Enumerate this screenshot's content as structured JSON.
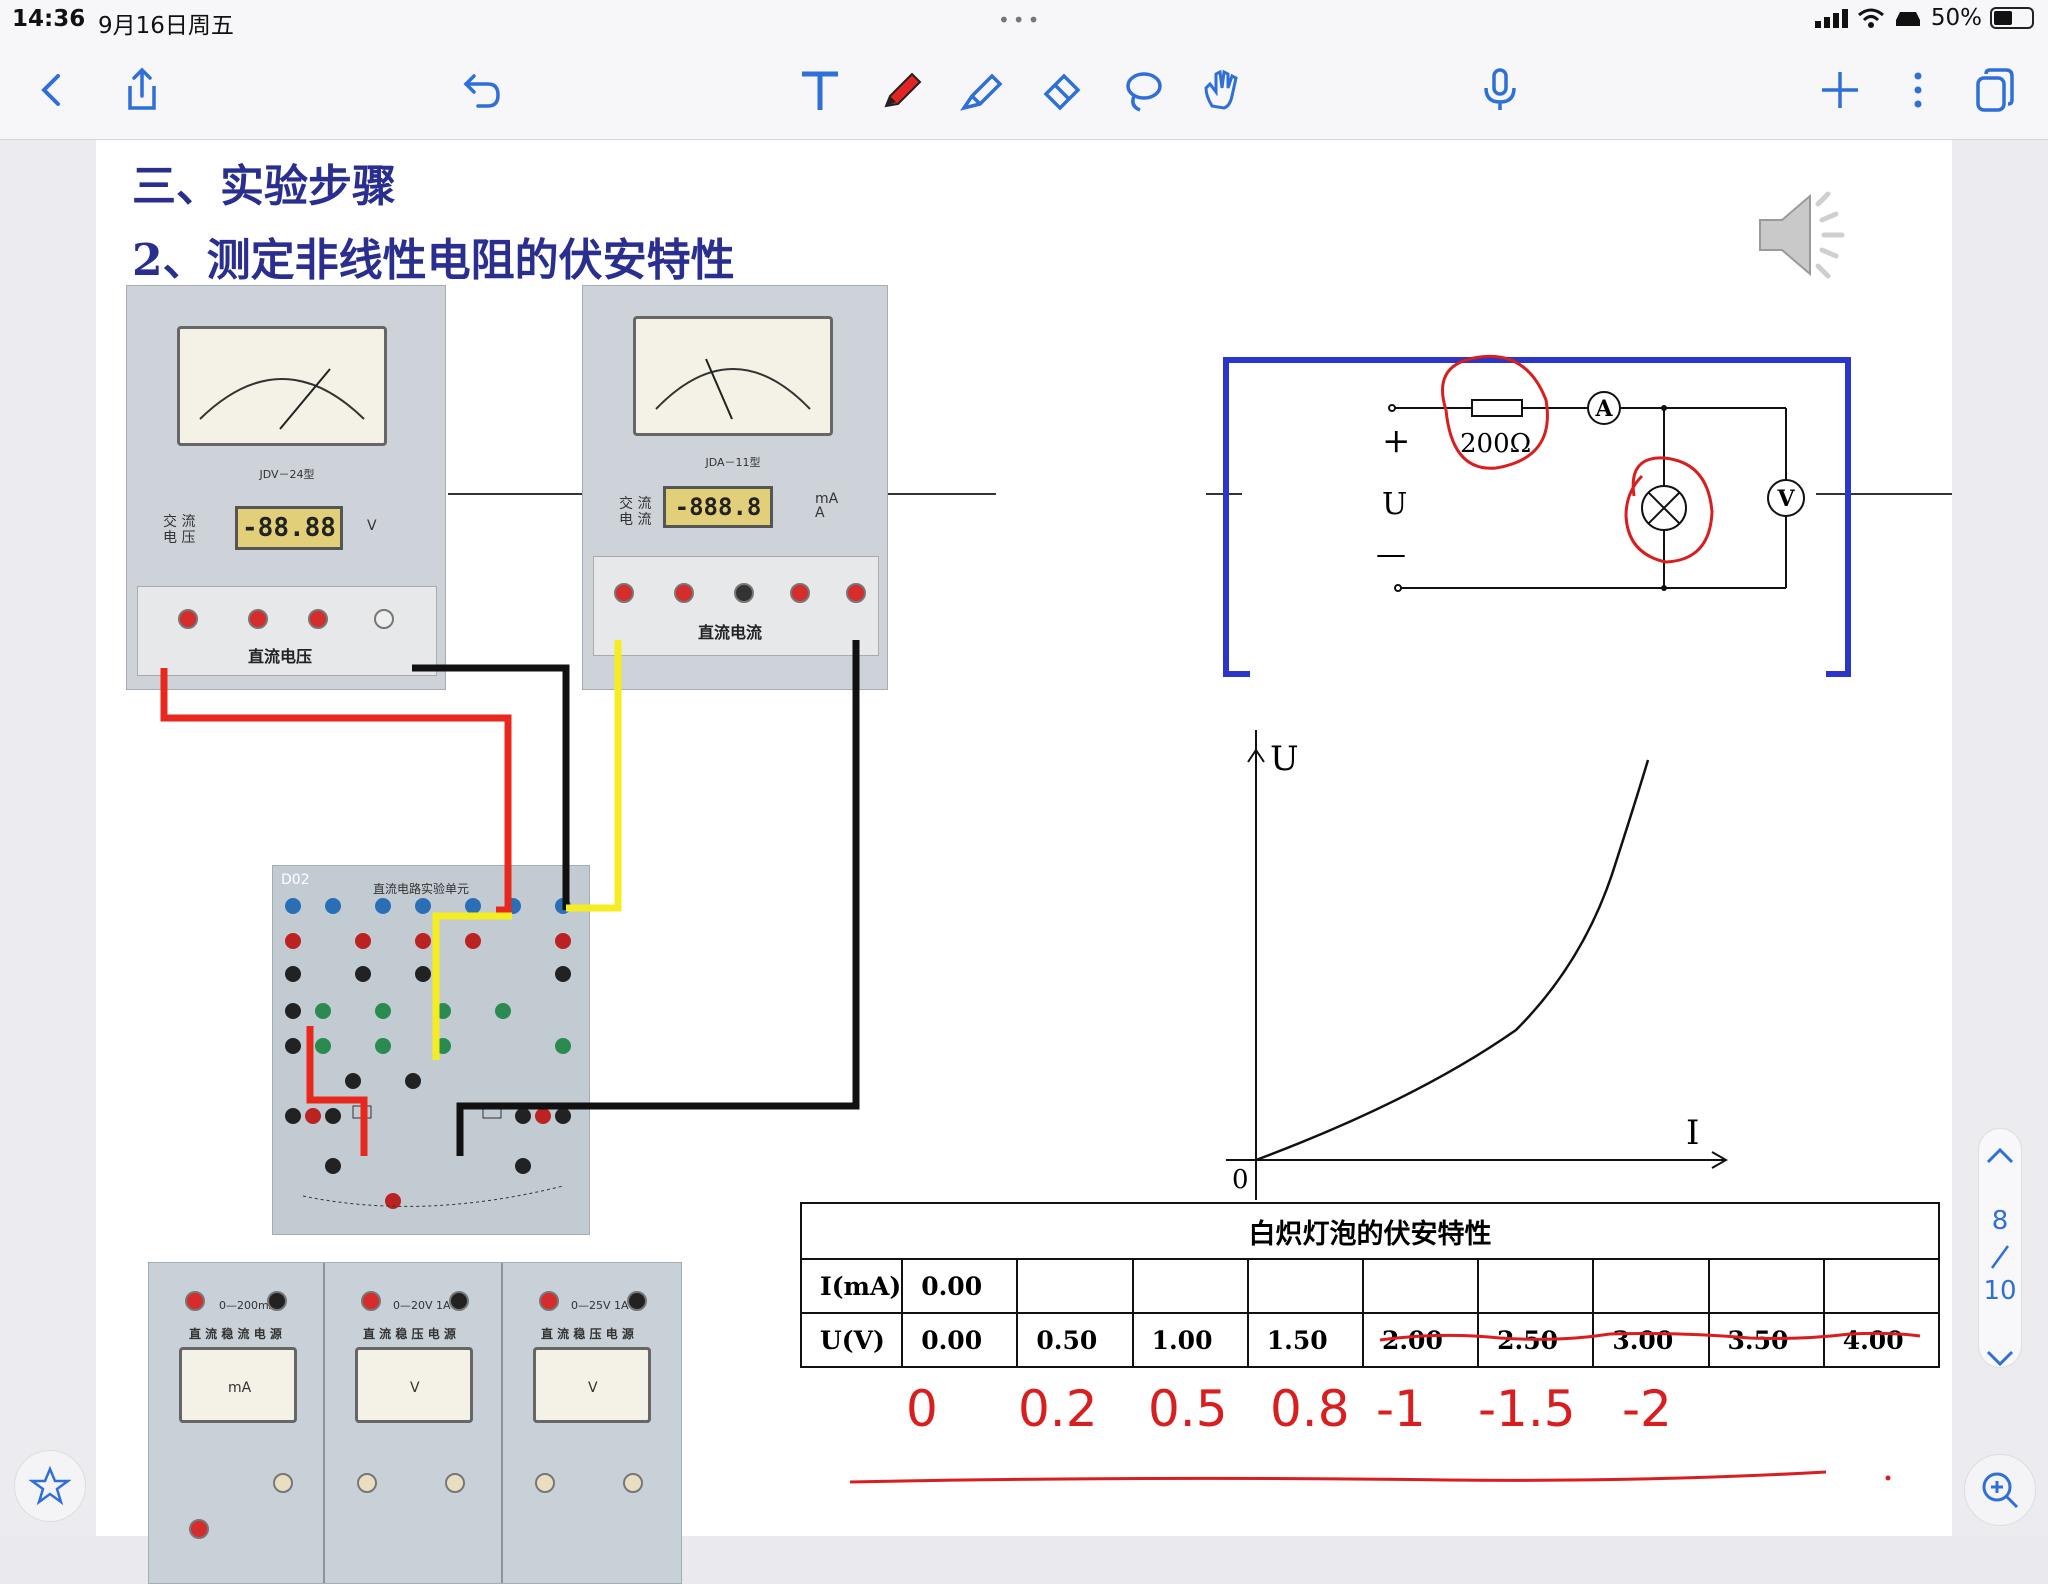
{
  "status_bar": {
    "time": "14:36",
    "date": "9月16日周五",
    "battery": "50%"
  },
  "toolbar": {
    "icons": [
      "back-icon",
      "share-icon",
      "undo-icon",
      "text-tool-icon",
      "pen-tool-icon",
      "highlighter-tool-icon",
      "eraser-tool-icon",
      "lasso-tool-icon",
      "hand-tool-icon",
      "microphone-icon",
      "add-icon",
      "more-icon",
      "pages-icon"
    ]
  },
  "slide": {
    "heading_1": "三、实验步骤",
    "heading_2": "2、测定非线性电阻的伏安特性",
    "voltmeter_panel": {
      "lcd": "-88.88",
      "unit": "V",
      "label": "直流电压",
      "side_label": "交 流\n电 压",
      "model": "JDV－24型"
    },
    "ammeter_panel": {
      "lcd": "-888.8",
      "unit": "mA\nA",
      "label": "直流电流",
      "side_label": "交 流\n电 流",
      "model": "JDA－11型"
    },
    "circuit_board": {
      "id": "D02",
      "title": "直流电路实验单元"
    },
    "supply_panels": [
      {
        "label": "直 流 稳 流 电 源",
        "range": "0—200mA",
        "meter_unit": "mA"
      },
      {
        "label": "直 流 稳 压 电 源",
        "range": "0—20V 1A",
        "meter_unit": "V"
      },
      {
        "label": "直 流 稳 压 电 源",
        "range": "0—25V 1A",
        "meter_unit": "V"
      }
    ],
    "circuit_diagram": {
      "resistor": "200Ω",
      "ammeter": "A",
      "voltmeter": "V",
      "plus": "+",
      "source": "U",
      "minus": "—"
    },
    "graph": {
      "y_label": "U",
      "x_label": "I",
      "origin": "0"
    },
    "table": {
      "title": "白炽灯泡的伏安特性",
      "row_1_header": "I(mA)",
      "row_1_values": [
        "0.00",
        "",
        "",
        "",
        "",
        "",
        "",
        "",
        ""
      ],
      "row_2_header": "U(V)",
      "row_2_values": [
        "0.00",
        "0.50",
        "1.00",
        "1.50",
        "2.00",
        "2.50",
        "3.00",
        "3.50",
        "4.00"
      ]
    },
    "handwritten_values": [
      "0",
      "0.2",
      "0.5",
      "0.8",
      "-1",
      "-1.5",
      "-2"
    ]
  },
  "pager": {
    "current": "8",
    "total": "10"
  },
  "colors": {
    "heading": "#2a2f8f",
    "annotation_red": "#d81e1e",
    "frame_blue": "#2a36c8",
    "accent": "#2f6fd8"
  }
}
